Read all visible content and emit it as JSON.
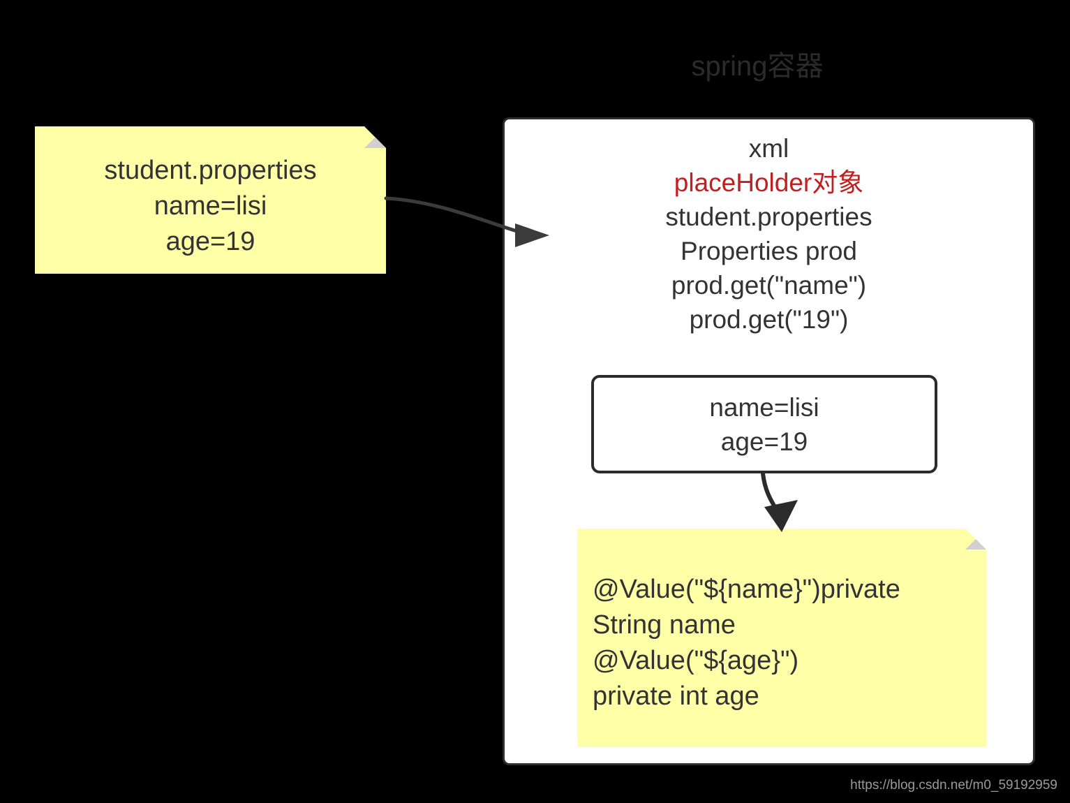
{
  "page": {
    "background_color": "#000000",
    "title": "spring容器",
    "title_color": "#2b2b2b"
  },
  "container_panel": {
    "name": "spring-container",
    "background_color": "#ffffff",
    "border_color": "#2f2f2f",
    "lines": [
      {
        "text": "xml",
        "color": "#333333"
      },
      {
        "text": "placeHolder对象",
        "color": "#c0201f"
      },
      {
        "text": "student.properties",
        "color": "#333333"
      },
      {
        "text": "Properties prod",
        "color": "#333333"
      },
      {
        "text": "prod.get(\"name\")",
        "color": "#333333"
      },
      {
        "text": "prod.get(\"19\")",
        "color": "#333333"
      }
    ],
    "line_1": "xml",
    "line_2": "placeHolder对象",
    "line_3": "student.properties",
    "line_4": "Properties prod",
    "line_5": "prod.get(\"name\")",
    "line_6": "prod.get(\"19\")"
  },
  "value_box": {
    "name": "resolved-values-box",
    "border_color": "#2b2b2b",
    "line_1": "name=lisi",
    "line_2": "age=19"
  },
  "note_properties": {
    "name": "student-properties-note",
    "background_color": "#ffffa8",
    "fold_color": "#d0d0d0",
    "line_1": "student.properties",
    "line_2": "name=lisi",
    "line_3": "age=19"
  },
  "note_annotation": {
    "name": "value-annotation-note",
    "background_color": "#ffffa8",
    "fold_color": "#d0d0d0",
    "line_1": "@Value(\"${name}\")private",
    "line_2": "String name",
    "line_3": "@Value(\"${age}\")",
    "line_4": "private int age"
  },
  "arrows": {
    "properties_to_container": "curved-arrow-right",
    "valuebox_to_note": "curved-arrow-down",
    "color": "#3b3b3b"
  },
  "watermark": {
    "text": "https://blog.csdn.net/m0_59192959",
    "color": "#9a9a9a"
  }
}
